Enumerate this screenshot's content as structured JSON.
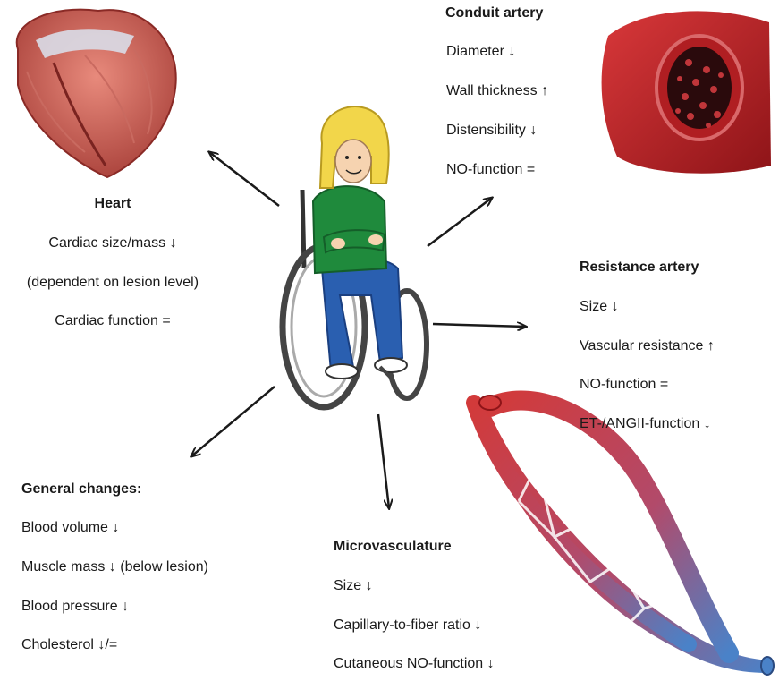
{
  "heart": {
    "title": "Heart",
    "items": [
      "Cardiac size/mass ↓",
      "(dependent on lesion level)",
      "Cardiac function ="
    ]
  },
  "conduit_artery": {
    "title": "Conduit artery",
    "items": [
      "Diameter ↓",
      "Wall thickness ↑",
      "Distensibility ↓",
      "NO-function ="
    ]
  },
  "resistance_artery": {
    "title": "Resistance artery",
    "items": [
      "Size ↓",
      "Vascular resistance ↑",
      "NO-function =",
      "ET-/ANGII-function ↓"
    ]
  },
  "general_changes": {
    "title": "General changes:",
    "items": [
      "Blood volume ↓",
      "Muscle mass ↓ (below lesion)",
      "Blood pressure ↓",
      "Cholesterol ↓/="
    ]
  },
  "microvasculature": {
    "title": "Microvasculature",
    "items": [
      "Size ↓",
      "Capillary-to-fiber ratio ↓",
      "Cutaneous NO-function ↓"
    ]
  },
  "colors": {
    "arrow": "#1a1a1a",
    "vessel_red": "#c8282c",
    "vessel_blue": "#3d6fb0",
    "heart_red": "#b84a43",
    "shirt_green": "#1f8a3c",
    "jeans_blue": "#2a5fb0",
    "hair_yellow": "#f2d64a"
  },
  "icons": [
    "heart-illustration",
    "artery-illustration",
    "capillary-network-illustration",
    "wheelchair-user-illustration"
  ]
}
